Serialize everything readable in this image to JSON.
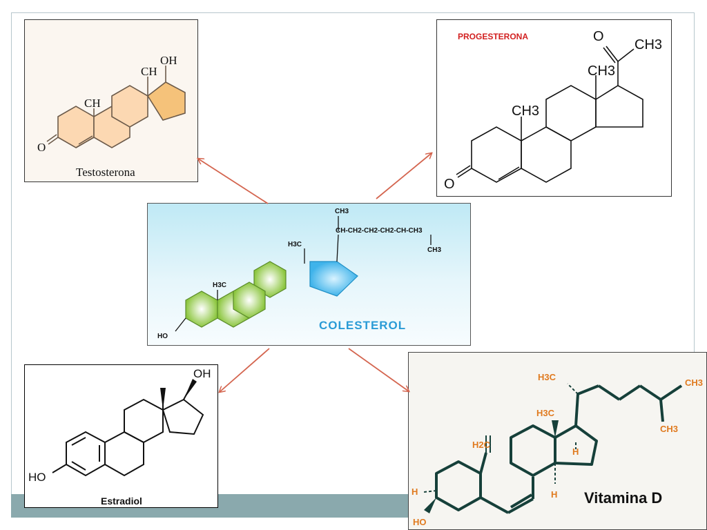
{
  "slide": {
    "colors": {
      "arrow": "#d4654f",
      "band": "#8aa9ad",
      "frame": "#b6c6cc"
    }
  },
  "testosterona": {
    "name": "Testosterona",
    "label_ch": "CH",
    "label_oh": "OH",
    "label_ch_top": "CH",
    "label_o": "O",
    "fill_color": "#fcd8b2",
    "pentagon_color": "#f5c27a"
  },
  "progesterona": {
    "name": "PROGESTERONA",
    "label_o_top": "O",
    "label_ch3_acetyl": "CH3",
    "label_ch3_top": "CH3",
    "label_ch3_mid": "CH3",
    "label_o_left": "O"
  },
  "colesterol": {
    "name": "COLESTEROL",
    "label_ch3_top": "CH3",
    "label_chain": "CH-CH2-CH2-CH2-CH-CH3",
    "label_ch3_branch": "CH3",
    "label_h3c_top": "H3C",
    "label_h3c_mid": "H3C",
    "label_ho": "HO",
    "ring_color": "#8cc63f",
    "pentagon_color": "#3fb3ea"
  },
  "estradiol": {
    "name": "Estradiol",
    "label_oh": "OH",
    "label_ho": "HO"
  },
  "vitamina_d": {
    "name": "Vitamina D",
    "label_h3c_top": "H3C",
    "label_ch3_right": "CH3",
    "label_ch3_branch": "CH3",
    "label_h3c_mid": "H3C",
    "label_h2c": "H2C",
    "label_h_right": "H",
    "label_h_mid": "H",
    "label_h_left": "H",
    "label_ho": "HO",
    "bond_color": "#16403a",
    "label_color": "#e07a1f"
  }
}
